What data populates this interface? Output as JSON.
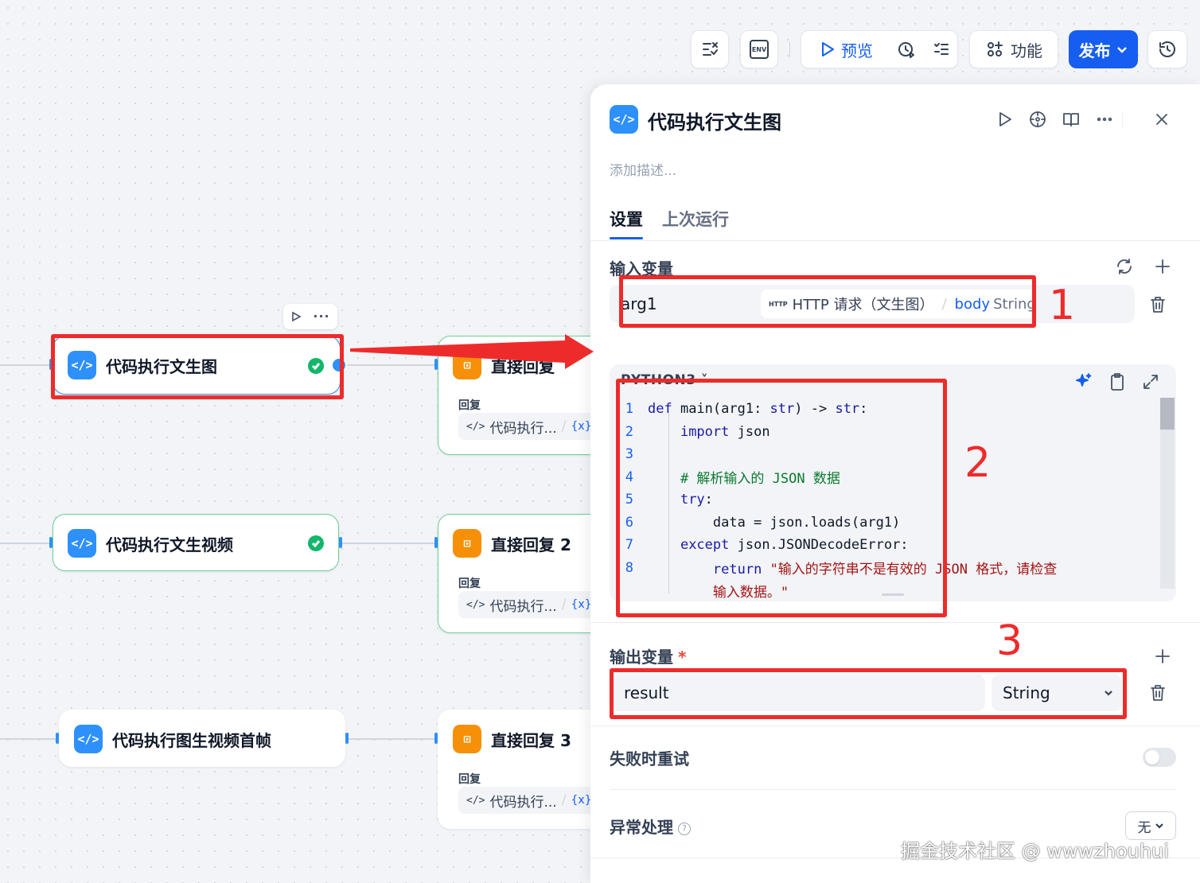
{
  "toolbar": {
    "preview_label": "预览",
    "features_label": "功能",
    "publish_label": "发布",
    "env_label": "ENV"
  },
  "canvas": {
    "nodes": [
      {
        "title": "代码执行文生图",
        "status": "success"
      },
      {
        "title": "代码执行文生视频",
        "status": "success"
      },
      {
        "title": "代码执行图生视频首帧"
      }
    ],
    "reply_nodes": [
      {
        "title": "直接回复",
        "sub_label": "回复",
        "ref": "代码执行...",
        "var_icon": "{x}"
      },
      {
        "title": "直接回复 2",
        "sub_label": "回复",
        "ref": "代码执行...",
        "var_icon": "{x}"
      },
      {
        "title": "直接回复 3",
        "sub_label": "回复",
        "ref": "代码执行...",
        "var_icon": "{x}"
      }
    ]
  },
  "panel": {
    "title": "代码执行文生图",
    "description_placeholder": "添加描述...",
    "tabs": [
      {
        "label": "设置",
        "active": true
      },
      {
        "label": "上次运行",
        "active": false
      }
    ],
    "input_section": {
      "title": "输入变量",
      "variable": {
        "name": "arg1",
        "http_tag": "HTTP",
        "source_node": "HTTP 请求（文生图）",
        "source_var": "body",
        "source_type": "String"
      }
    },
    "code": {
      "language": "PYTHON3",
      "lines": [
        {
          "n": "1",
          "text": "def main(arg1: str) -> str:"
        },
        {
          "n": "2",
          "text": "    import json"
        },
        {
          "n": "3",
          "text": ""
        },
        {
          "n": "4",
          "text": "    # 解析输入的 JSON 数据"
        },
        {
          "n": "5",
          "text": "    try:"
        },
        {
          "n": "6",
          "text": "        data = json.loads(arg1)"
        },
        {
          "n": "7",
          "text": "    except json.JSONDecodeError:"
        },
        {
          "n": "8",
          "text": "        return \"输入的字符串不是有效的 JSON 格式，请检查"
        },
        {
          "n": "",
          "text": "        输入数据。\""
        }
      ]
    },
    "output_section": {
      "title": "输出变量",
      "required_mark": "*",
      "variable": {
        "name": "result",
        "type": "String"
      }
    },
    "retry": {
      "label": "失败时重试",
      "enabled": false
    },
    "error_handling": {
      "label": "异常处理",
      "help": "?",
      "value": "无"
    }
  },
  "annotations": {
    "one": "1",
    "two": "2",
    "three": "3"
  },
  "watermark": "掘金技术社区 @ wwwzhouhui",
  "colors": {
    "accent": "#155eef",
    "node_blue": "#2e90fa",
    "node_orange": "#f79009",
    "annotation_red": "#ee2b2b",
    "success": "#12b76a"
  }
}
